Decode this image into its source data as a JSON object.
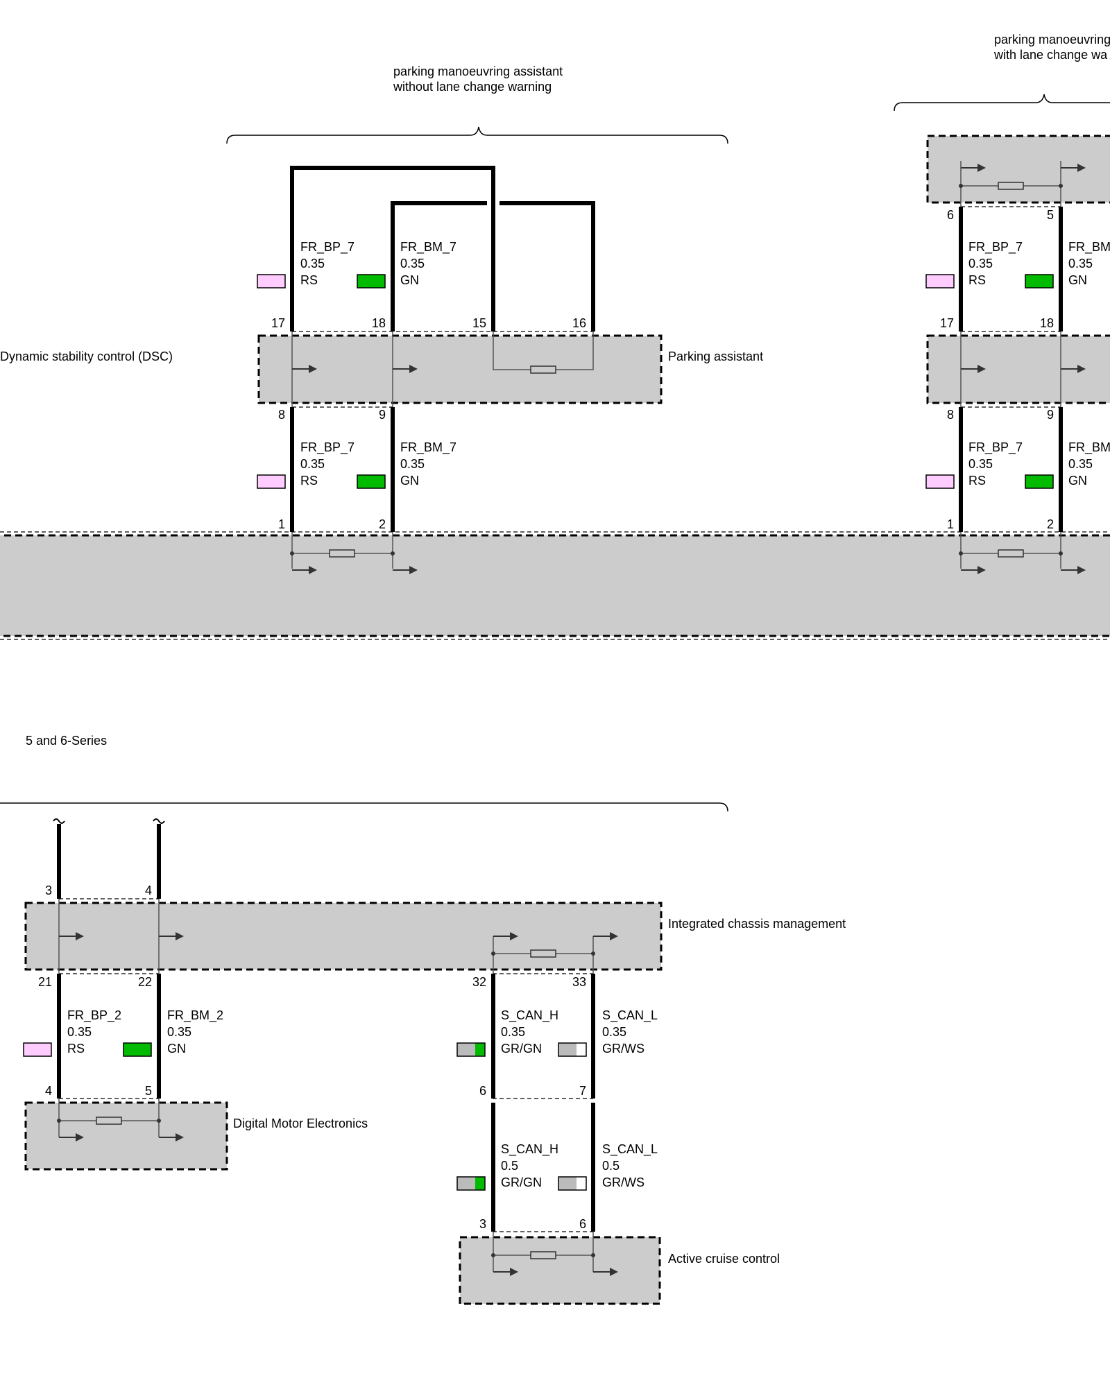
{
  "groups": {
    "without_lcw_line1": "parking manoeuvring assistant",
    "without_lcw_line2": "without lane change warning",
    "with_lcw_line1": "parking manoeuvring",
    "with_lcw_line2": "with lane change wa",
    "series": "5 and 6-Series"
  },
  "modules": {
    "dsc": "Dynamic stability control (DSC)",
    "parking_assistant": "Parking assistant",
    "icm": "Integrated chassis management",
    "dme": "Digital Motor Electronics",
    "acc": "Active cruise control"
  },
  "pins": {
    "pa_17": "17",
    "pa_18": "18",
    "pa_15": "15",
    "pa_16": "16",
    "pa_8": "8",
    "pa_9": "9",
    "dsc_1": "1",
    "dsc_2": "2",
    "r_top_6": "6",
    "r_top_5": "5",
    "r_pa_17": "17",
    "r_pa_18": "18",
    "r_pa_8": "8",
    "r_pa_9": "9",
    "r_dsc_1": "1",
    "r_dsc_2": "2",
    "icm_3": "3",
    "icm_4": "4",
    "icm_21": "21",
    "icm_22": "22",
    "icm_32": "32",
    "icm_33": "33",
    "dme_4": "4",
    "dme_5": "5",
    "conn_6": "6",
    "conn_7": "7",
    "acc_3": "3",
    "acc_6": "6"
  },
  "wires": {
    "a_bp": {
      "name": "FR_BP_7",
      "size": "0.35",
      "color": "RS"
    },
    "a_bm": {
      "name": "FR_BM_7",
      "size": "0.35",
      "color": "GN"
    },
    "b_bp": {
      "name": "FR_BP_7",
      "size": "0.35",
      "color": "RS"
    },
    "b_bm": {
      "name": "FR_BM_7",
      "size": "0.35",
      "color": "GN"
    },
    "c_bp": {
      "name": "FR_BP_7",
      "size": "0.35",
      "color": "RS"
    },
    "c_bm": {
      "name": "FR_BM",
      "size": "0.35",
      "color": "GN"
    },
    "d_bp": {
      "name": "FR_BP_7",
      "size": "0.35",
      "color": "RS"
    },
    "d_bm": {
      "name": "FR_BM",
      "size": "0.35",
      "color": "GN"
    },
    "e_bp": {
      "name": "FR_BP_2",
      "size": "0.35",
      "color": "RS"
    },
    "e_bm": {
      "name": "FR_BM_2",
      "size": "0.35",
      "color": "GN"
    },
    "f_h": {
      "name": "S_CAN_H",
      "size": "0.35",
      "color": "GR/GN"
    },
    "f_l": {
      "name": "S_CAN_L",
      "size": "0.35",
      "color": "GR/WS"
    },
    "g_h": {
      "name": "S_CAN_H",
      "size": "0.5",
      "color": "GR/GN"
    },
    "g_l": {
      "name": "S_CAN_L",
      "size": "0.5",
      "color": "GR/WS"
    }
  },
  "colors": {
    "module_fill": "#cccccc",
    "rs": "#ffccff",
    "gn": "#00bb00",
    "gr": "#bbbbbb",
    "ws": "#ffffff"
  }
}
